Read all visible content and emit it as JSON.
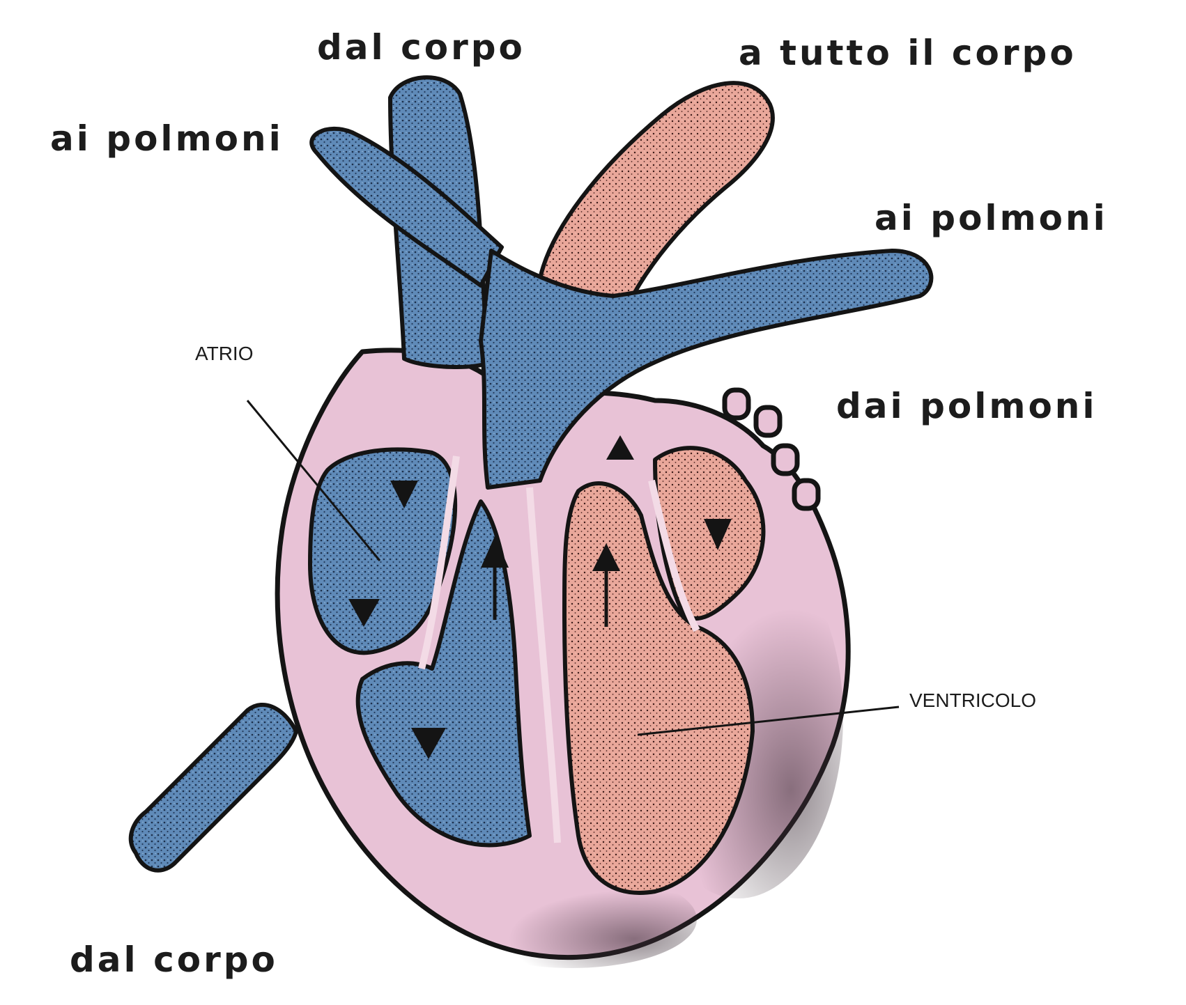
{
  "labels": {
    "veins_in_top": "dal corpo",
    "aorta_out": "a tutto il corpo",
    "pulmonary_left": "ai polmoni",
    "pulmonary_right": "ai polmoni",
    "pulmonary_veins_in": "dai polmoni",
    "veins_in_bottom": "dal corpo",
    "atrium": "ATRIO",
    "ventricle": "VENTRICOLO"
  },
  "colors": {
    "deoxygenated": "#5b86b4",
    "oxygenated": "#e7a096",
    "wall": "#e8c2d6",
    "outline": "#141414"
  }
}
